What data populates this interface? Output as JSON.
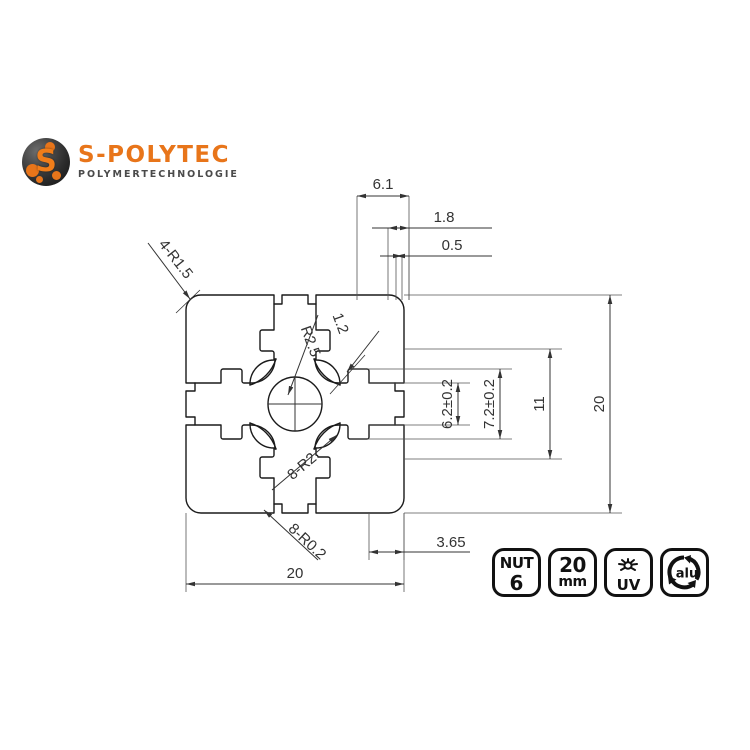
{
  "page": {
    "title": "S-POLYTEC aluminium profile 20x20 technical drawing",
    "background_color": "#ffffff",
    "line_color": "#1a1a1a",
    "dimension_color": "#444444"
  },
  "logo": {
    "name": "s-polytec-logo",
    "main_text": "S-POLYTEC",
    "sub_text": "POLYMERTECHNOLOGIE",
    "letter": "S",
    "brand_color": "#e8751a",
    "sub_color": "#4a4a4a",
    "sphere_color": "#2b2b2b"
  },
  "drawing": {
    "name": "profile-cross-section",
    "description": "20x20 mm aluminium T-slot extrusion profile cross section, slot 6",
    "dimensions": {
      "top": [
        {
          "label": "6.1",
          "name": "dimension-6-1"
        },
        {
          "label": "1.8",
          "name": "dimension-1-8"
        },
        {
          "label": "0.5",
          "name": "dimension-0-5"
        }
      ],
      "right": [
        {
          "label": "6.2±0.2",
          "name": "dimension-6-2"
        },
        {
          "label": "7.2±0.2",
          "name": "dimension-7-2"
        },
        {
          "label": "11",
          "name": "dimension-11"
        },
        {
          "label": "20",
          "name": "dimension-20-height"
        }
      ],
      "bottom": [
        {
          "label": "3.65",
          "name": "dimension-3-65"
        },
        {
          "label": "20",
          "name": "dimension-20-width"
        }
      ],
      "radii": [
        {
          "label": "4-R1.5",
          "name": "radius-4-r1-5"
        },
        {
          "label": "R2.5",
          "name": "radius-r2-5"
        },
        {
          "label": "1.2",
          "name": "dimension-1-2"
        },
        {
          "label": "8-R2",
          "name": "radius-8-r2"
        },
        {
          "label": "8-R0.2",
          "name": "radius-8-r0-2"
        }
      ]
    }
  },
  "badges": [
    {
      "name": "badge-nut-6",
      "line1": "NUT",
      "line2": "6",
      "icon": "none"
    },
    {
      "name": "badge-20mm",
      "line1": "20",
      "line2": "mm",
      "icon": "none"
    },
    {
      "name": "badge-uv",
      "line1": "",
      "line2": "UV",
      "icon": "sun-icon"
    },
    {
      "name": "badge-alu",
      "line1": "",
      "line2": "alu",
      "icon": "recycle-icon"
    }
  ]
}
